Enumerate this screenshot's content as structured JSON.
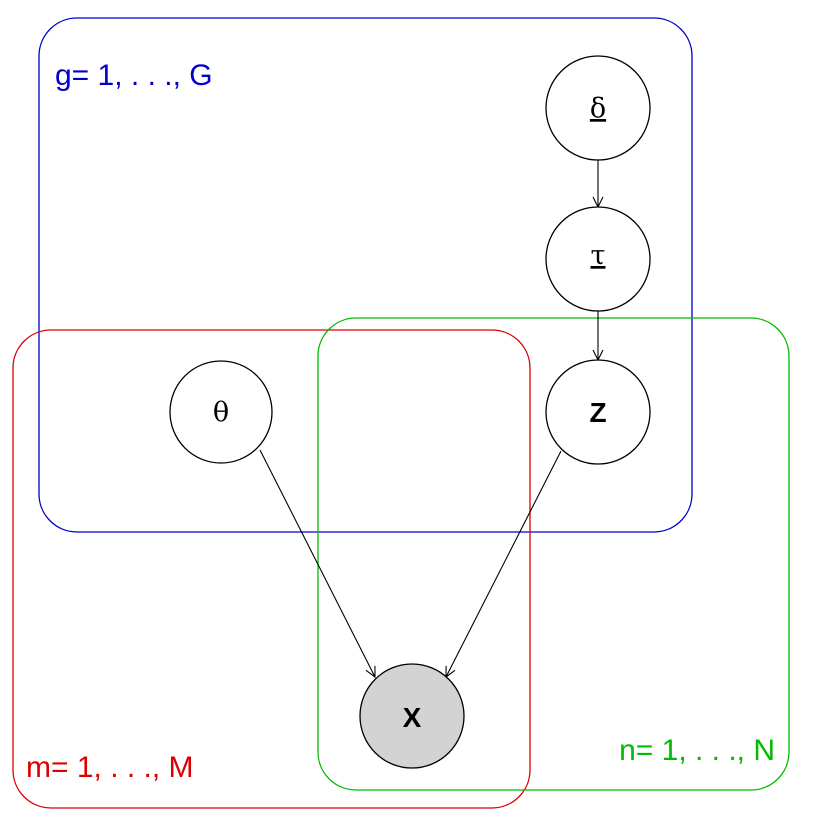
{
  "plates": {
    "g": {
      "label": "g= 1, . . ., G",
      "color": "#0000cc"
    },
    "m": {
      "label": "m= 1, . . ., M",
      "color": "#dd0000"
    },
    "n": {
      "label": "n= 1, . . ., N",
      "color": "#00bb00"
    }
  },
  "nodes": {
    "delta": {
      "symbol": "δ",
      "underlined": true,
      "observed": false
    },
    "tau": {
      "symbol": "τ",
      "underlined": true,
      "observed": false
    },
    "theta": {
      "symbol": "θ",
      "underlined": false,
      "observed": false
    },
    "z": {
      "symbol": "Z",
      "underlined": false,
      "observed": false
    },
    "x": {
      "symbol": "X",
      "underlined": false,
      "observed": true
    }
  },
  "edges": [
    {
      "from": "delta",
      "to": "tau"
    },
    {
      "from": "tau",
      "to": "z"
    },
    {
      "from": "theta",
      "to": "x"
    },
    {
      "from": "z",
      "to": "x"
    }
  ]
}
